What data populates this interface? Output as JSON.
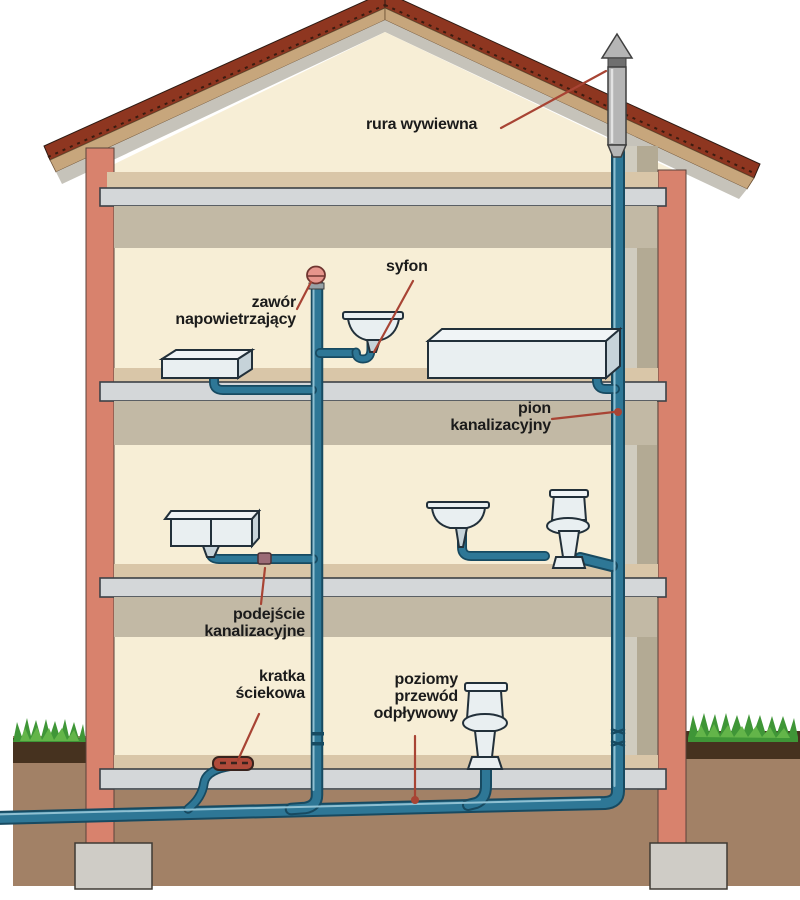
{
  "diagram": {
    "type": "building-sewage-system-cross-section",
    "labels": {
      "rura_wywiewna": "rura wywiewna",
      "syfon": "syfon",
      "zawor": [
        "zawór",
        "napowietrzający"
      ],
      "pion": [
        "pion",
        "kanalizacyjny"
      ],
      "podejscie": [
        "podejście",
        "kanalizacyjne"
      ],
      "kratka": [
        "kratka",
        "ściekowa"
      ],
      "poziomy": [
        "poziomy",
        "przewód",
        "odpływowy"
      ]
    },
    "colors": {
      "wall_pink": "#d8826d",
      "wall_outline": "#5a423a",
      "interior_cream": "#f7eed6",
      "floor_tan": "#d9c6a8",
      "slab_grey": "#d4d7d9",
      "slab_outline": "#3c4146",
      "under_band": "#c2b9a5",
      "inner_band_light": "#d0ccbf",
      "inner_band_dark": "#b3aa94",
      "roof_tile": "#8e3620",
      "roof_sheathing": "#c7a67c",
      "roof_inner": "#c6c3ba",
      "pipe_dark": "#174a61",
      "pipe_mid": "#2e7796",
      "pipe_light": "#8fc0d2",
      "vent_grey": "#b5b5b5",
      "soil": "#a28166",
      "topsoil": "#46321f",
      "grass": "#3f9637",
      "grass_light": "#63b549",
      "fixture_fill": "#e9eff1",
      "fixture_shade": "#c6d3d9",
      "fixture_outline": "#22303a",
      "pointer_red": "#a84434",
      "valve_pink": "#e6958c",
      "label_color": "#1b1b1b"
    }
  }
}
